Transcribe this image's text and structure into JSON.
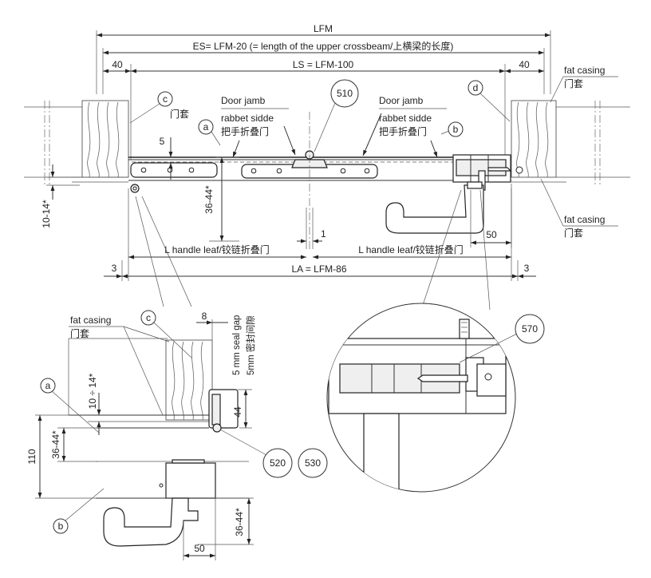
{
  "dimensions": {
    "lfm": "LFM",
    "es": "ES= LFM-20 (= length of the upper crossbeam/上横梁的长度)",
    "ls": "LS = LFM-100",
    "left_40": "40",
    "right_40": "40",
    "dim_5": "5",
    "dim_36_44_main": "36-44*",
    "dim_10_14_main": "10-14*",
    "dim_1": "1",
    "dim_50_main": "50",
    "dim_3_left": "3",
    "dim_3_right": "3",
    "la": "LA = LFM-86",
    "detail_8": "8",
    "detail_10_14": "10 ÷ 14*",
    "detail_36_44_top": "36-44*",
    "detail_110": "110",
    "detail_44": "44",
    "detail_36_44_bottom": "36-44*",
    "detail_50": "50",
    "seal_gap_en": "5 mm seal gap",
    "seal_gap_zh": "5mm 密封间隙"
  },
  "labels": {
    "door_jamb_left_1": "Door jamb",
    "door_jamb_left_2": "rabbet sidde",
    "door_jamb_left_3": "把手折叠门",
    "door_jamb_right_1": "Door jamb",
    "door_jamb_right_2": "rabbet sidde",
    "door_jamb_right_3": "把手折叠门",
    "fat_casing_tr_en": "fat casing",
    "fat_casing_tr_zh": "门套",
    "fat_casing_mr_en": "fat casing",
    "fat_casing_mr_zh": "门套",
    "fat_casing_detail_en": "fat casing",
    "fat_casing_detail_zh": "门套",
    "c_zh": "门套",
    "l_handle_left": "L handle leaf/铰链折叠门",
    "l_handle_right": "L handle leaf/铰链折叠门"
  },
  "callouts": {
    "a": "a",
    "b": "b",
    "c": "c",
    "d": "d",
    "c_detail": "c",
    "a_detail": "a",
    "b_detail": "b",
    "p510": "510",
    "p570": "570",
    "p520": "520",
    "p530": "530"
  }
}
